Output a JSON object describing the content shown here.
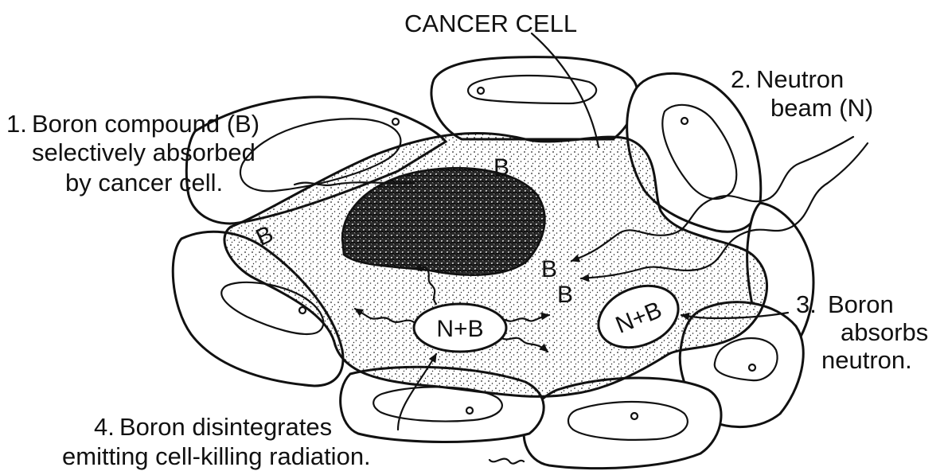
{
  "labels": {
    "cancer_cell": "CANCER CELL",
    "step1": {
      "number": "1.",
      "lines": [
        "Boron compound (B)",
        "selectively absorbed",
        "by cancer cell."
      ]
    },
    "step2": {
      "number": "2.",
      "lines": [
        "Neutron",
        "beam (N)"
      ]
    },
    "step3": {
      "number": "3.",
      "lines": [
        "Boron",
        "absorbs",
        "neutron."
      ]
    },
    "step4": {
      "number": "4.",
      "lines": [
        "Boron disintegrates",
        "emitting cell-killing radiation."
      ]
    }
  },
  "markers": {
    "b_nucleus": "B",
    "b_left": "B",
    "b_center_upper": "B",
    "b_center_lower": "B",
    "reaction_left": "N+B",
    "reaction_right": "N+B"
  }
}
